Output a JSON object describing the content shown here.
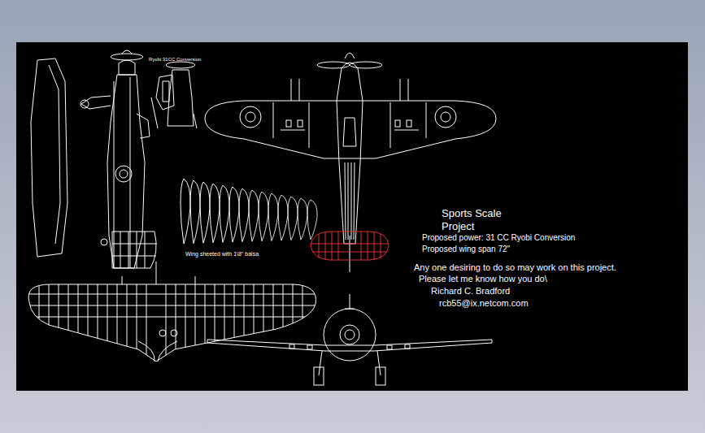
{
  "diagram": {
    "title": "Sports Scale Project",
    "labels": [
      "Proposed power: 31 CC Ryobi Conversion",
      "Proposed wing span 72\"",
      "Any one desiring to do so may work on this project.",
      "Please let me know how you do\\",
      "Richard C. Bradford",
      "rcb55@ix.netcom.com",
      "Wing sheeted with 1\\8\" balsa",
      "Ryobi 31CC Conversion"
    ]
  }
}
